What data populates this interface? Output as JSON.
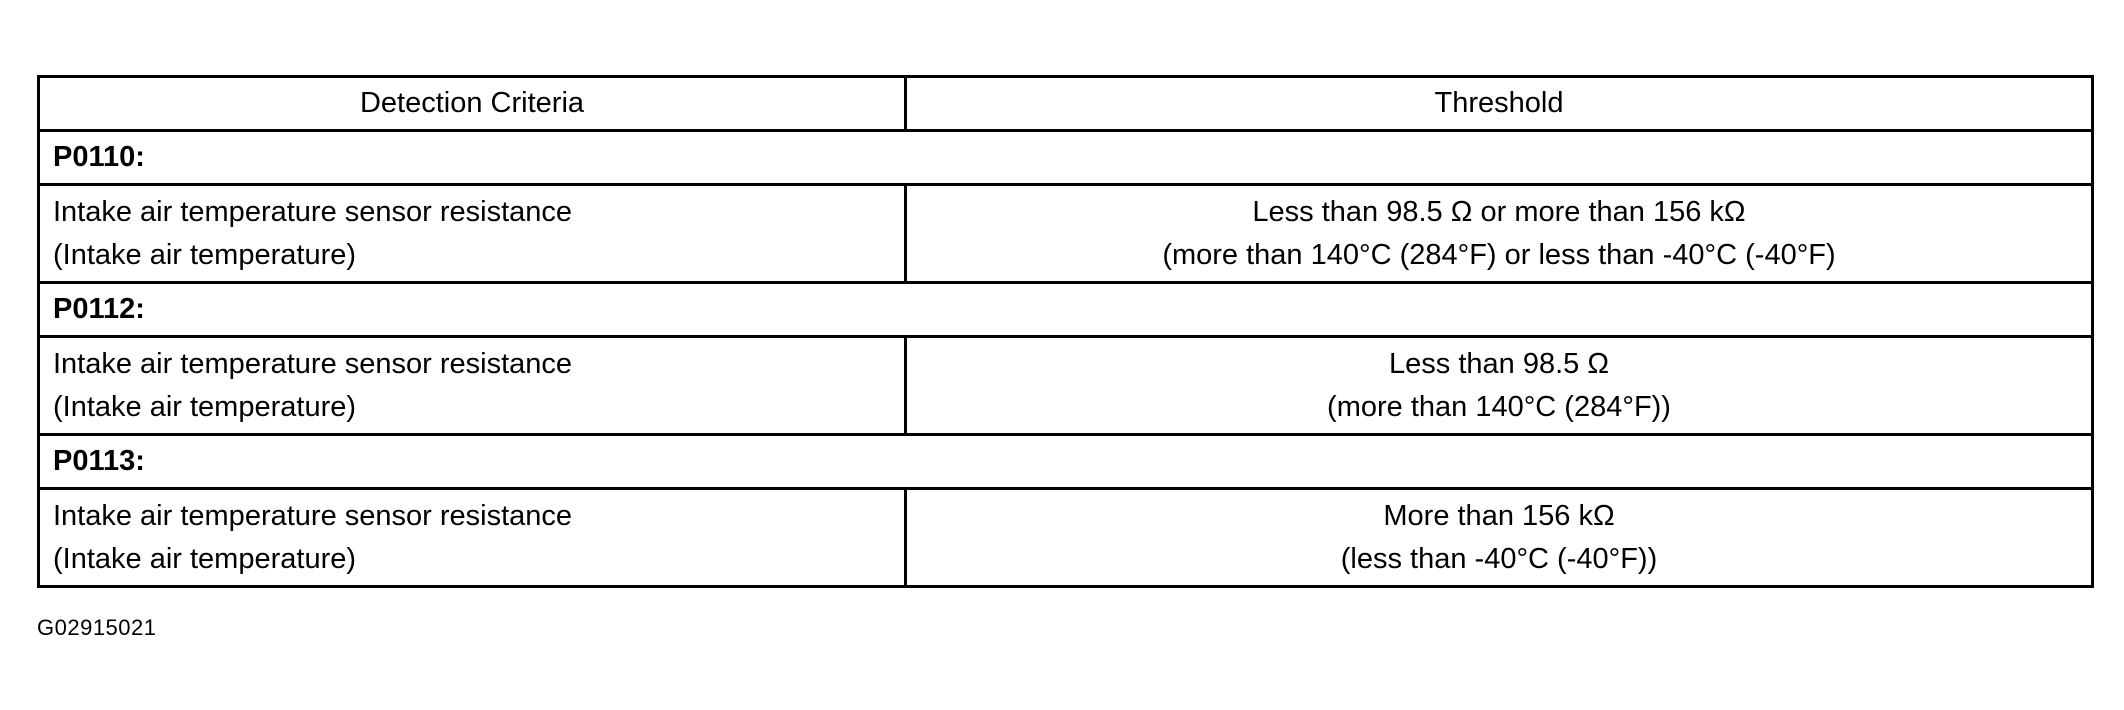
{
  "table": {
    "headers": [
      "Detection Criteria",
      "Threshold"
    ],
    "groups": [
      {
        "code": "P0110:",
        "criteria": [
          "Intake air temperature sensor resistance",
          "(Intake air temperature)"
        ],
        "threshold": [
          "Less than 98.5 Ω or more than 156 kΩ",
          "(more than 140°C (284°F) or less than -40°C  (-40°F)"
        ]
      },
      {
        "code": "P0112:",
        "criteria": [
          "Intake air temperature sensor resistance",
          "(Intake air temperature)"
        ],
        "threshold": [
          "Less than 98.5 Ω",
          "(more than 140°C (284°F))"
        ]
      },
      {
        "code": "P0113:",
        "criteria": [
          "Intake air temperature sensor resistance",
          "(Intake air temperature)"
        ],
        "threshold": [
          "More than 156 kΩ",
          "(less than -40°C  (-40°F))"
        ]
      }
    ]
  },
  "figure_id": "G02915021"
}
